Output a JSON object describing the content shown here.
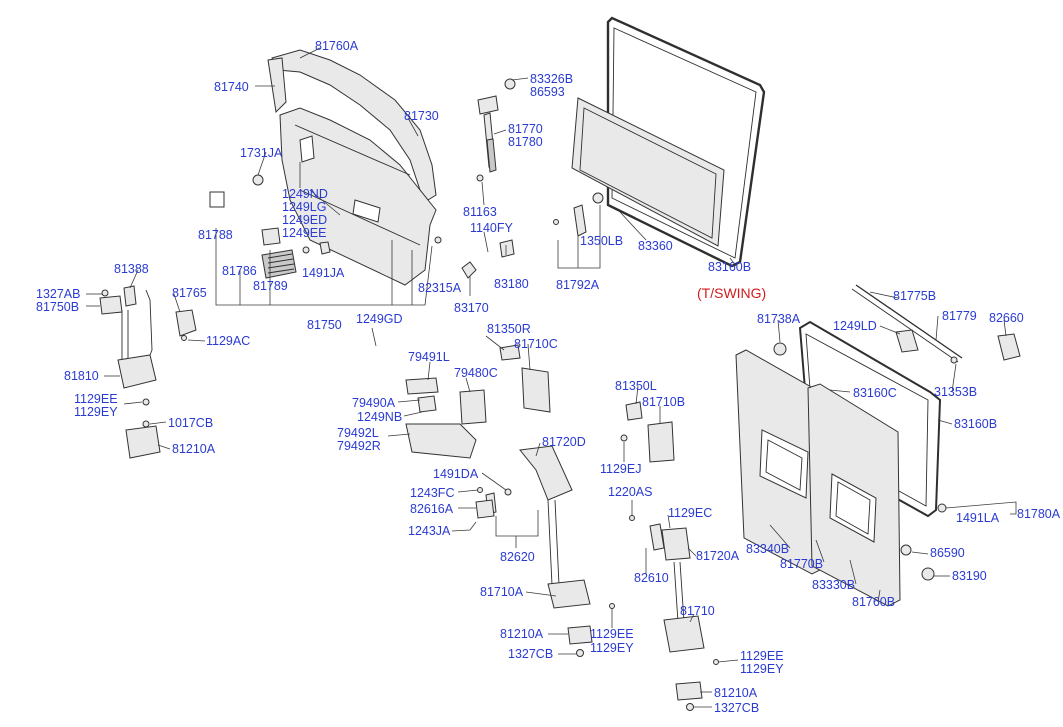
{
  "note": "(T/SWING)",
  "labels": [
    "81760A",
    "81740",
    "81730",
    "1731JA",
    "1249ND",
    "1249LG",
    "1249ED",
    "1249EE",
    "81788",
    "81786",
    "81789",
    "1491JA",
    "82315A",
    "81750",
    "1249GD",
    "83326B",
    "86593",
    "81770",
    "81780",
    "81163",
    "1140FY",
    "83180",
    "83170",
    "1350LB",
    "83360",
    "81792A",
    "83160B",
    "81388",
    "1327AB",
    "81750B",
    "81765",
    "1129AC",
    "81810",
    "1129EE",
    "1129EY",
    "1017CB",
    "81210A",
    "81350R",
    "81710C",
    "79491L",
    "79480C",
    "79490A",
    "1249NB",
    "79492L",
    "79492R",
    "81720D",
    "1491DA",
    "1243FC",
    "82616A",
    "1243JA",
    "82620",
    "81710A",
    "81210A",
    "1327CB",
    "1129EE",
    "1129EY",
    "81350L",
    "81710B",
    "1129EJ",
    "1220AS",
    "1129EC",
    "82610",
    "81720A",
    "81710",
    "1129EE",
    "1129EY",
    "81210A",
    "1327CB",
    "81775B",
    "81779",
    "82660",
    "81738A",
    "1249LD",
    "83160C",
    "31353B",
    "83160B",
    "1491LA",
    "81780A",
    "83340B",
    "81770B",
    "86590",
    "83330B",
    "83190",
    "81760B"
  ]
}
